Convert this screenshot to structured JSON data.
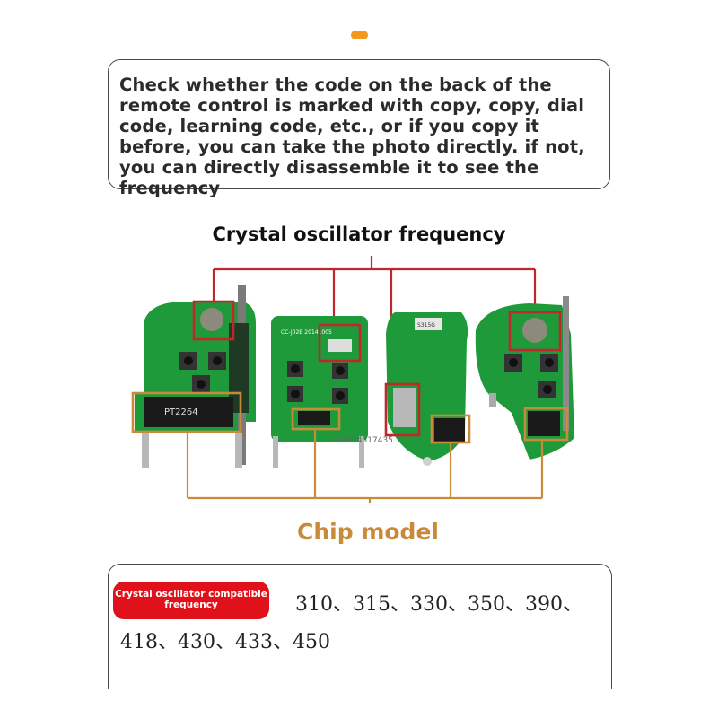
{
  "colors": {
    "accent_orange": "#f39a1e",
    "crystal_red": "#c0272d",
    "chip_gold": "#c98a3a",
    "badge_red": "#e0111a",
    "pcb_green": "#1f9a3a"
  },
  "notice": {
    "text": "Check whether the code on the back of the remote control is marked with copy, copy, dial code, learning code, etc., or if you copy it before, you can take the photo directly. if not, you can directly disassemble it to see the frequency"
  },
  "diagram": {
    "crystal_label": "Crystal oscillator frequency",
    "chip_label": "Chip model",
    "chip_text": "PT2264",
    "board2_text": "CC-J02B 20141005",
    "board3_text": "S315G",
    "watermark": "cn1524517435"
  },
  "frequencies": {
    "badge": "Crystal oscillator compatible frequency",
    "line1": "310、315、330、350、390、",
    "line2": "418、430、433、450"
  }
}
